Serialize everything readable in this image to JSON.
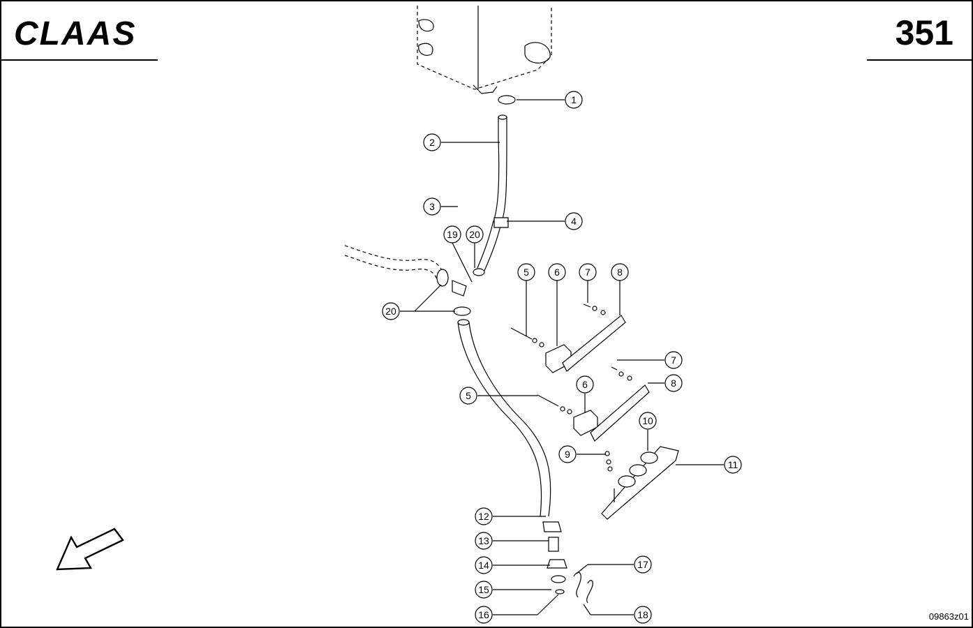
{
  "header": {
    "brand": "CLAAS",
    "page_number": "351"
  },
  "footer": {
    "drawing_id": "09863z01"
  },
  "callouts": [
    "1",
    "2",
    "3",
    "4",
    "5",
    "6",
    "7",
    "8",
    "19",
    "20",
    "20",
    "5",
    "6",
    "7",
    "8",
    "9",
    "10",
    "11",
    "12",
    "13",
    "14",
    "15",
    "16",
    "17",
    "18"
  ],
  "icons": {
    "direction": "direction-arrow-icon",
    "logo": "claas-logo"
  }
}
